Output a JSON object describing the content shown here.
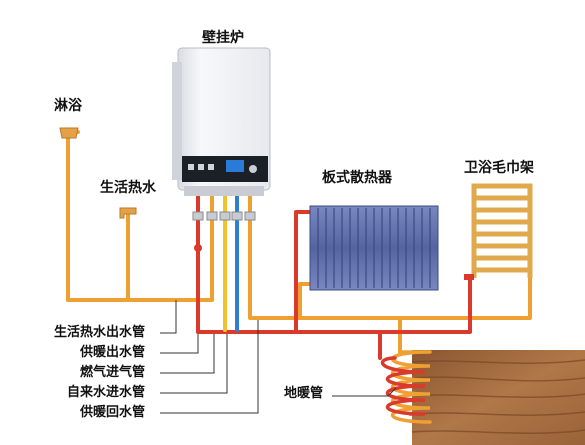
{
  "labels": {
    "boiler": "壁挂炉",
    "shower": "淋浴",
    "hot_water": "生活热水",
    "radiator": "板式散热器",
    "towel_rack": "卫浴毛巾架",
    "floor_heating": "地暖管"
  },
  "pipe_legend": [
    "生活热水出水管",
    "供暖出水管",
    "燃气进气管",
    "自来水进水管",
    "供暖回水管"
  ],
  "colors": {
    "hot_water_pipe": "#f0a030",
    "heating_supply_pipe": "#d93a2b",
    "gas_pipe": "#f2c22e",
    "cold_water_pipe": "#2f7fd0",
    "heating_return_pipe": "#f0a030",
    "radiator": "#5a6aa8",
    "floor_wood": "#a0683a",
    "boiler_body": "#eef0f3"
  }
}
